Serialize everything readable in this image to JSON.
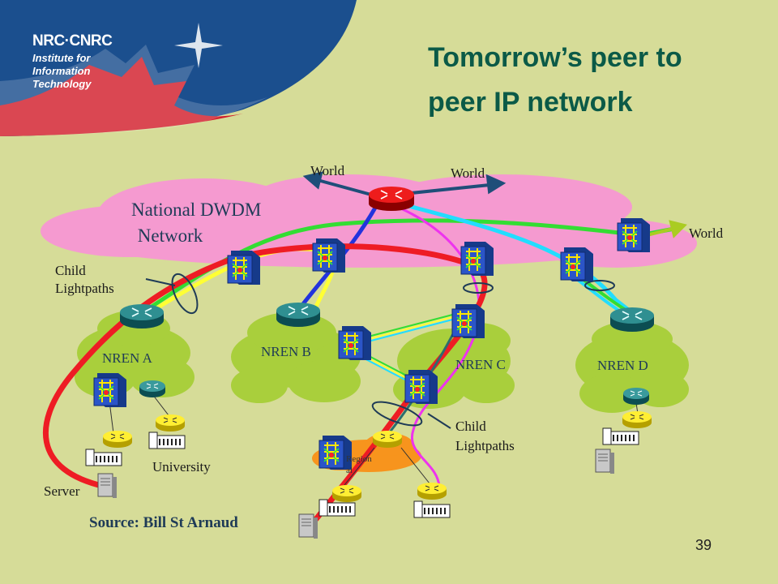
{
  "header": {
    "logo_text": "NRC·CNRC",
    "institute_lines": [
      "Institute for",
      "Information",
      "Technology"
    ]
  },
  "slide": {
    "title_line1": "Tomorrow’s peer to",
    "title_line2": "peer IP network",
    "page_number": "39",
    "source": "Source: Bill St Arnaud"
  },
  "diagram": {
    "world_labels": [
      "World",
      "World",
      "World"
    ],
    "dwdm_label": [
      "National DWDM",
      " Network"
    ],
    "child_lightpaths_1": [
      "Child",
      "Lightpaths"
    ],
    "child_lightpaths_2": [
      "Child",
      "Lightpaths"
    ],
    "nren": [
      "NREN A",
      "NREN B",
      "NREN C",
      "NREN D"
    ],
    "regional": [
      "Region",
      "al"
    ],
    "university": "University",
    "server": "Server"
  },
  "colors": {
    "background": "#d6dc98",
    "dwdm_cloud": "#f59ad0",
    "nren_cloud": "#a9cf3c",
    "regional_cloud": "#f7941d",
    "title": "#0b5a47",
    "header_blue": "#1b4f8e",
    "red_lightpath": "#ee1c24",
    "blue_lightpath": "#2233dd",
    "cyan_lightpath": "#22ddff",
    "green_lightpath": "#33dd33",
    "yellow_lightpath": "#ffff33",
    "magenta_lightpath": "#ee33ee"
  }
}
